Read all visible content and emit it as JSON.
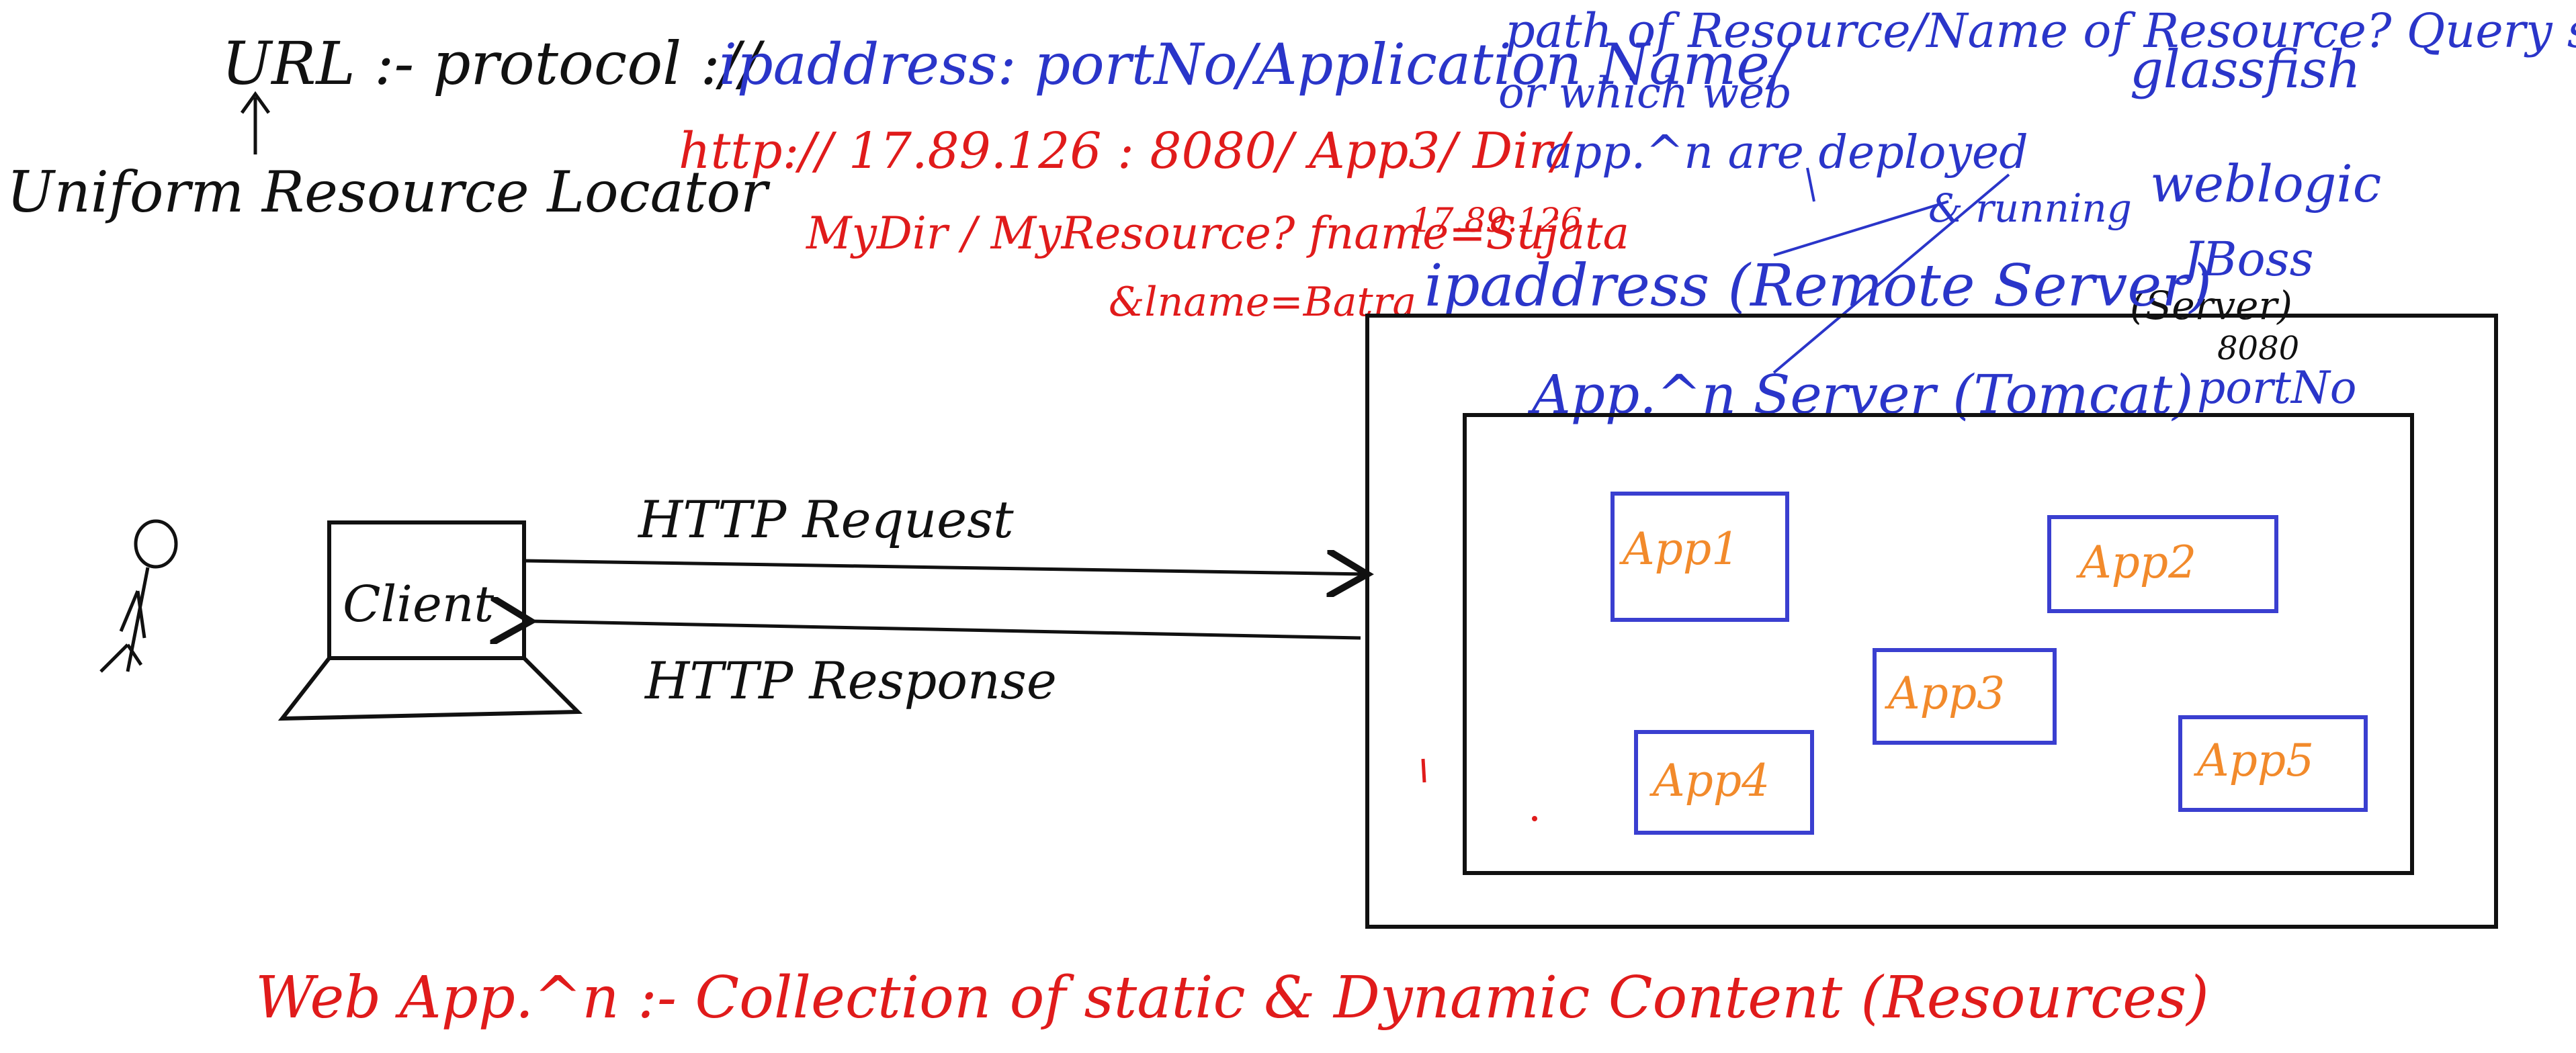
{
  "colors": {
    "ink_black": "#111111",
    "ink_blue": "#2a35c9",
    "ink_red": "#e01b1b",
    "ink_orange": "#f28a2b",
    "box_blue": "#3a3fd0"
  },
  "url_note": {
    "label": "URL :- protocol ://",
    "blue_part": "ipaddress: portNo/Application Name/",
    "path_part": "path of Resource/Name of Resource? Query string",
    "acronym": "Uniform Resource Locator",
    "or_which_web": "or which web",
    "apps_deployed": "app.^n are deployed",
    "running": "& running"
  },
  "example_url": {
    "line1": "http:// 17.89.126 : 8080/ App3/ Dir/",
    "line2": "MyDir / MyResource? fname=Sujata",
    "line3": "&lname=Batra",
    "ip_above": "17.89.126"
  },
  "servers": {
    "glassfish": "glassfish",
    "weblogic": "weblogic",
    "jboss": "JBoss",
    "server_paren": "(Server)",
    "port_value": "8080"
  },
  "remote_server_label": "ipaddress (Remote Server)",
  "app_server_label": "App.^n Server (Tomcat)",
  "port_label": "portNo",
  "user": {
    "icon": "stick-figure-icon"
  },
  "client": {
    "label": "Client"
  },
  "arrows": {
    "request": "HTTP Request",
    "response": "HTTP Response"
  },
  "apps": [
    "App1",
    "App2",
    "App3",
    "App4",
    "App5"
  ],
  "footer": "Web App.^n :- Collection of static & Dynamic Content (Resources)"
}
